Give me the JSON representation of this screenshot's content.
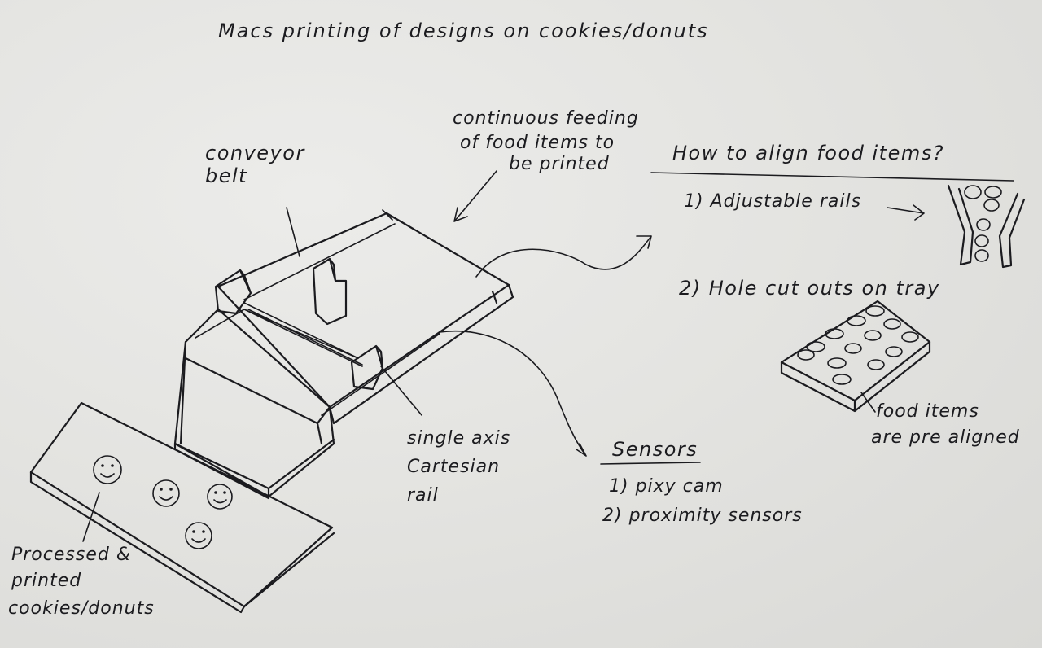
{
  "title": "Macs printing of designs on cookies/donuts",
  "labels": {
    "conveyor_belt": [
      "conveyor",
      "belt"
    ],
    "continuous_feeding": [
      "continuous feeding",
      "of food items to",
      "be printed"
    ],
    "single_axis_rail": [
      "single axis",
      "Cartesian",
      "rail"
    ],
    "processed_printed": [
      "Processed &",
      "printed",
      "cookies/donuts"
    ]
  },
  "alignment": {
    "heading": "How to align food items?",
    "option_1": "1) Adjustable rails",
    "option_2": "2) Hole cut outs on tray",
    "tray_note": [
      "food items",
      "are pre aligned"
    ]
  },
  "sensors": {
    "heading": "Sensors",
    "items": [
      "1) pixy cam",
      "2) proximity sensors"
    ]
  }
}
